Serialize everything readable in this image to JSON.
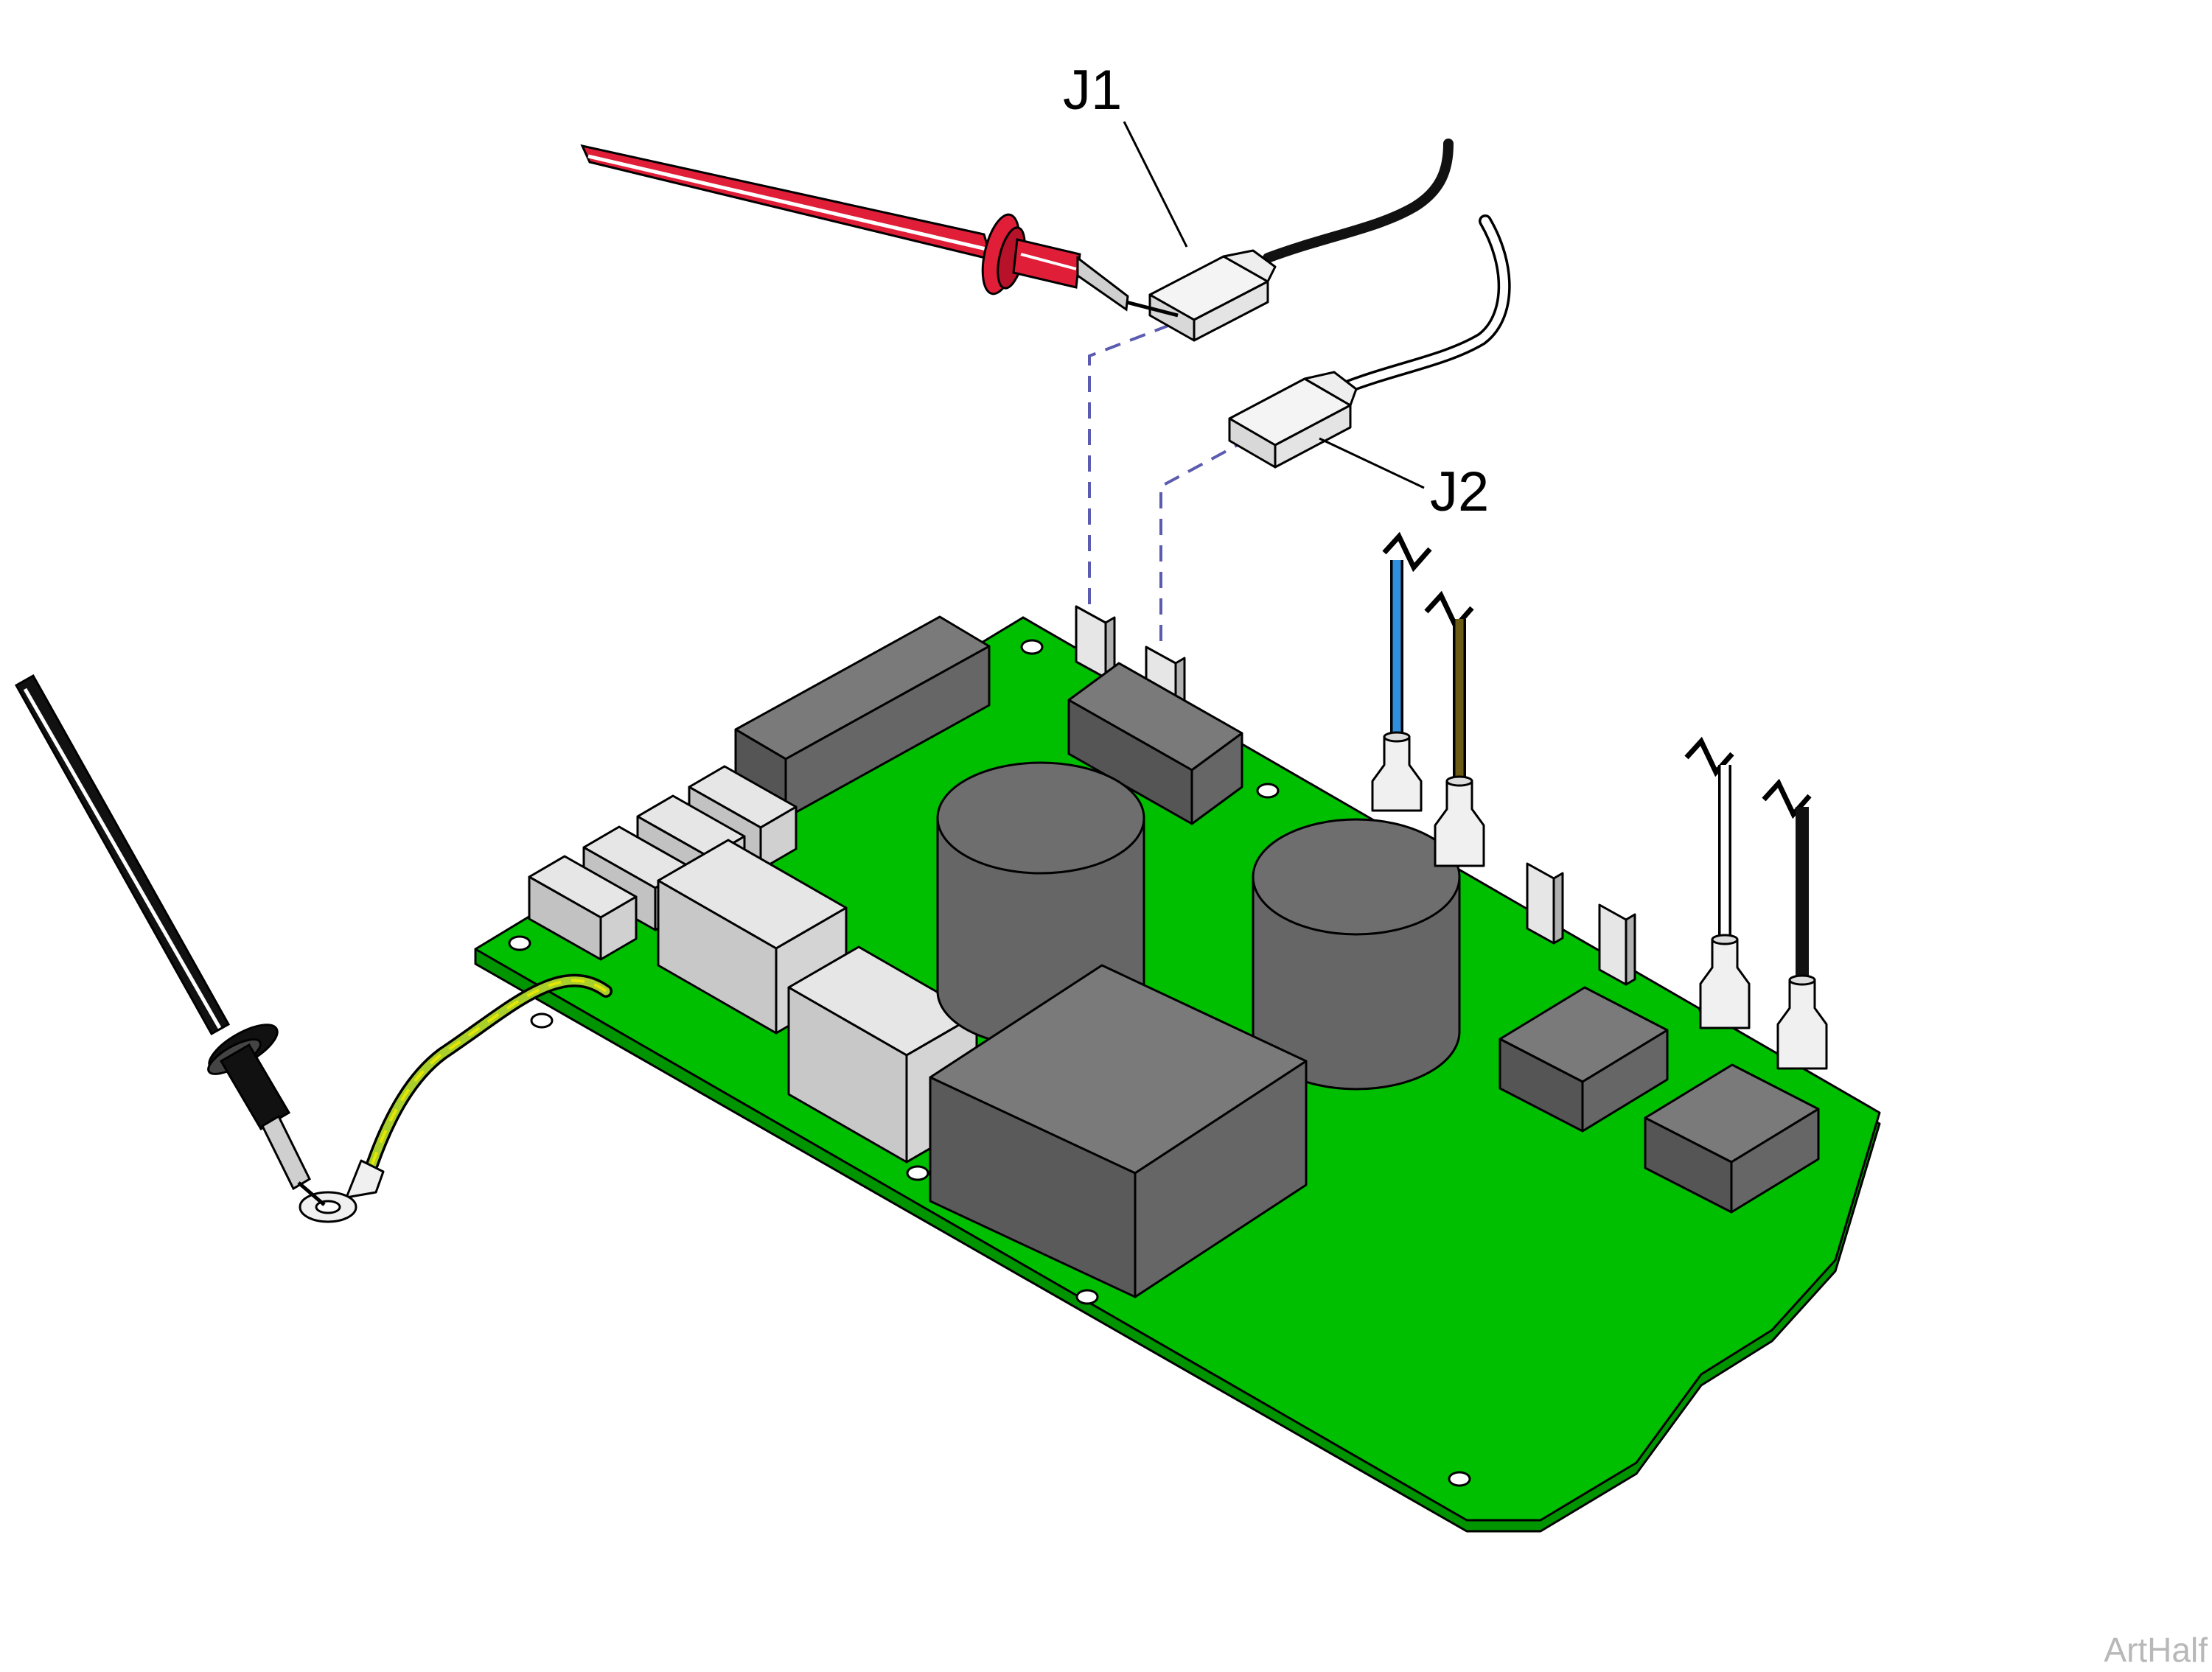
{
  "labels": {
    "j1": "J1",
    "j2": "J2"
  },
  "watermark": "ArtHalf",
  "colors": {
    "pcb": "#00bf00",
    "pcb_edge": "#009400",
    "component_dark": "#666666",
    "component_light": "#d5d5d5",
    "probe_red": "#e01e37",
    "probe_black": "#111111",
    "ground_wire": "#a8cf2a",
    "wire_blue": "#2f8fdc",
    "wire_brown": "#6b5a14",
    "wire_white": "#ffffff",
    "wire_black": "#111111",
    "dashed_guide": "#5b5bb0"
  },
  "icons": {
    "red_probe": "red-test-probe-icon",
    "black_probe": "black-test-probe-icon",
    "ring_terminal": "ring-terminal-icon",
    "spade_connector": "spade-connector-icon"
  }
}
